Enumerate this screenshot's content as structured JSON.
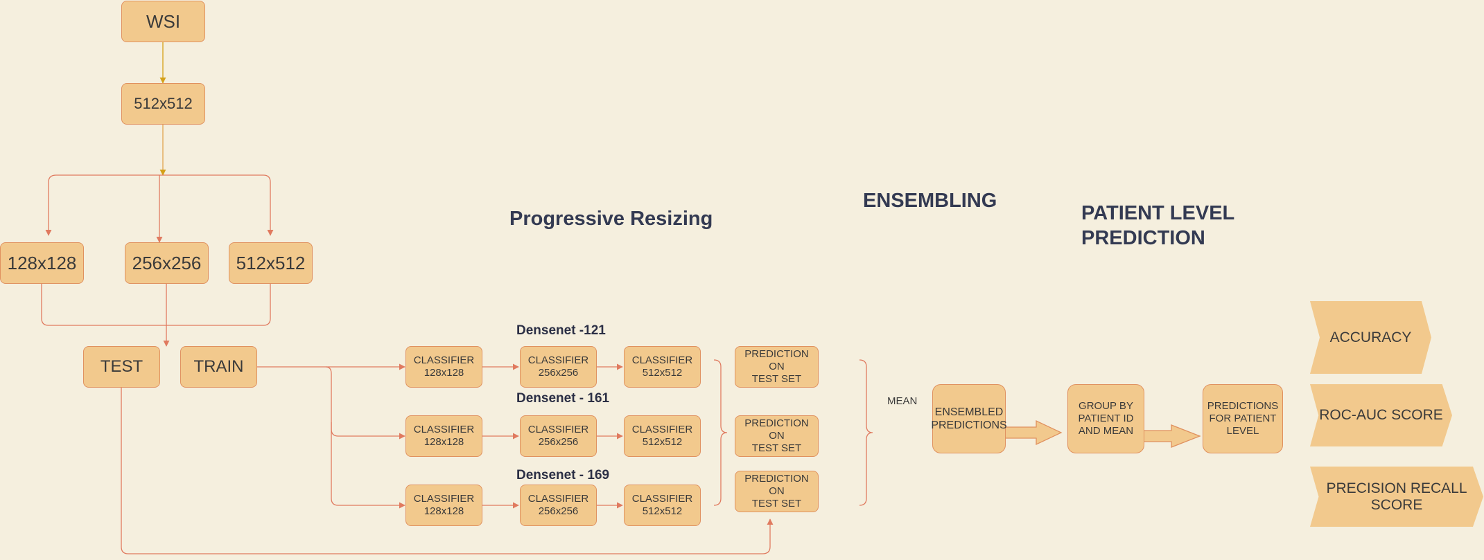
{
  "nodes": {
    "wsi": "WSI",
    "resize_512_top": "512x512",
    "size_128": "128x128",
    "size_256": "256x256",
    "size_512": "512x512",
    "test": "TEST",
    "train": "TRAIN"
  },
  "headings": {
    "progressive": "Progressive Resizing",
    "ensembling": "ENSEMBLING",
    "patient_line1": "PATIENT LEVEL",
    "patient_line2": "PREDICTION"
  },
  "networks": [
    {
      "name": "Densenet -121",
      "classifiers": [
        {
          "line1": "CLASSIFIER",
          "line2": "128x128"
        },
        {
          "line1": "CLASSIFIER",
          "line2": "256x256"
        },
        {
          "line1": "CLASSIFIER",
          "line2": "512x512"
        }
      ],
      "prediction": {
        "line1": "PREDICTION ON",
        "line2": "TEST SET"
      }
    },
    {
      "name": "Densenet - 161",
      "classifiers": [
        {
          "line1": "CLASSIFIER",
          "line2": "128x128"
        },
        {
          "line1": "CLASSIFIER",
          "line2": "256x256"
        },
        {
          "line1": "CLASSIFIER",
          "line2": "512x512"
        }
      ],
      "prediction": {
        "line1": "PREDICTION ON",
        "line2": "TEST SET"
      }
    },
    {
      "name": "Densenet - 169",
      "classifiers": [
        {
          "line1": "CLASSIFIER",
          "line2": "128x128"
        },
        {
          "line1": "CLASSIFIER",
          "line2": "256x256"
        },
        {
          "line1": "CLASSIFIER",
          "line2": "512x512"
        }
      ],
      "prediction": {
        "line1": "PREDICTION ON",
        "line2": "TEST SET"
      }
    }
  ],
  "mean_label": "MEAN",
  "ensembled": {
    "line1": "ENSEMBLED",
    "line2": "PREDICTIONS"
  },
  "group": {
    "line1": "GROUP BY",
    "line2": "PATIENT ID",
    "line3": "AND MEAN"
  },
  "patient_pred": {
    "line1": "PREDICTIONS",
    "line2": "FOR PATIENT",
    "line3": "LEVEL"
  },
  "metrics": {
    "accuracy": "ACCURACY",
    "roc_auc": "ROC-AUC SCORE",
    "pr_line1": "PRECISION RECALL",
    "pr_line2": "SCORE"
  },
  "colors": {
    "background": "#f5efde",
    "box_fill": "#f2c98d",
    "box_border": "#e0915f",
    "connector": "#e07a5f",
    "connector_top": "#d4a017",
    "heading": "#333a52"
  }
}
